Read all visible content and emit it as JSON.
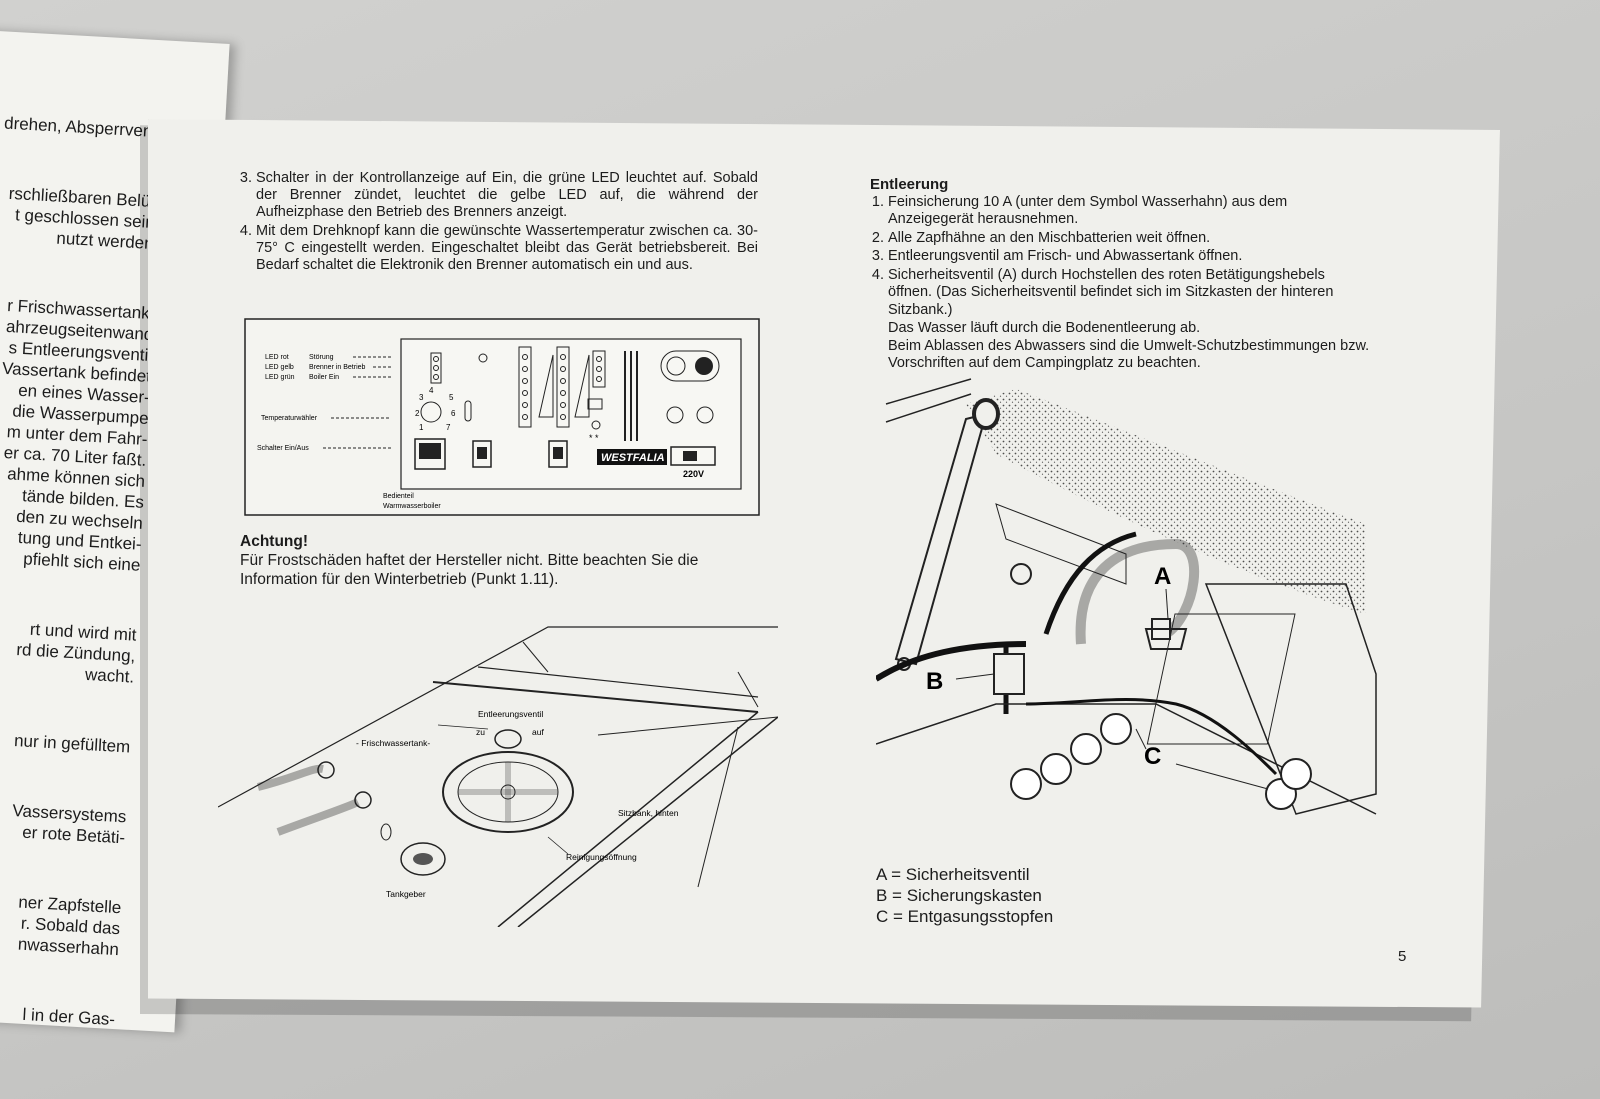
{
  "left_page": {
    "fragments": [
      "drehen, Absperrventil",
      "rschließbaren Belüf-\nt geschlossen sein.\nnutzt werden.",
      "r Frischwassertank.\nahrzeugseitenwand\ns Entleerungsventil\nVassertank befindet\nen eines Wasser-\ndie Wasserpumpe\nm unter dem Fahr-\ner ca. 70 Liter faßt.\nahme können sich\ntände bilden. Es\nden zu wechseln\ntung und Entkei-\npfiehlt sich eine",
      "rt und wird mit\nrd die Zündung,\nwacht.",
      "nur in gefülltem",
      "Vassersystems\ner rote Betäti-",
      "ner Zapfstelle\nr. Sobald das\nnwasserhahn",
      "l in der Gas-"
    ]
  },
  "instructions": {
    "items": [
      {
        "num": "3.",
        "text": "Schalter in der Kontrollanzeige auf Ein, die grüne LED leuchtet auf. Sobald der Brenner zündet, leuchtet die gelbe LED auf, die während der Aufheizphase den Betrieb des Brenners anzeigt."
      },
      {
        "num": "4.",
        "text": "Mit dem Drehknopf kann die gewünschte Wassertemperatur zwischen ca. 30-75° C eingestellt werden. Eingeschaltet bleibt das Gerät betriebsbereit. Bei Bedarf schaltet die Elektronik den Brenner automatisch ein und aus."
      }
    ]
  },
  "panel_figure": {
    "labels": {
      "led_rot": "LED rot",
      "stoerung": "Störung",
      "led_gelb": "LED gelb",
      "brenner": "Brenner in Betrieb",
      "led_gruen": "LED grün",
      "boiler": "Boiler Ein",
      "temp": "Temperaturwähler",
      "schalter": "Schalter Ein/Aus",
      "bedienteil": "Bedienteil",
      "warmwasser": "Warmwasserboiler",
      "brand": "WESTFALIA",
      "volt": "220V",
      "dial": [
        "1",
        "2",
        "3",
        "4",
        "5",
        "6",
        "7"
      ]
    }
  },
  "warning": {
    "title": "Achtung!",
    "text": "Für Frostschäden haftet der Hersteller nicht. Bitte beachten Sie die Information für den Winterbetrieb (Punkt 1.11)."
  },
  "tank_figure": {
    "labels": {
      "ventil": "Entleerungsventil",
      "zu": "zu",
      "auf": "auf",
      "tank": "- Frischwassertank-",
      "sitzbank": "Sitzbank, hinten",
      "reinigung": "Reinigungsöffnung",
      "tankgeber": "Tankgeber"
    }
  },
  "emptying": {
    "title": "Entleerung",
    "items": [
      {
        "num": "1.",
        "text": "Feinsicherung 10 A (unter dem Symbol Wasserhahn) aus dem Anzeigegerät herausnehmen."
      },
      {
        "num": "2.",
        "text": "Alle Zapfhähne an den Mischbatterien weit öffnen."
      },
      {
        "num": "3.",
        "text": "Entleerungsventil am Frisch- und Abwassertank öffnen."
      },
      {
        "num": "4.",
        "text": "Sicherheitsventil (A) durch Hochstellen des roten Betätigungshebels öffnen. (Das Sicherheitsventil befindet sich im Sitzkasten der hinteren Sitzbank.)"
      }
    ],
    "after": [
      "Das Wasser läuft durch die Bodenentleerung ab.",
      "Beim Ablassen des Abwassers sind die Umwelt-Schutzbestimmungen bzw. Vorschriften auf dem Campingplatz zu beachten."
    ]
  },
  "valve_figure": {
    "labels": {
      "a": "A",
      "b": "B",
      "c": "C"
    }
  },
  "legend": [
    "A = Sicherheitsventil",
    "B = Sicherungskasten",
    "C = Entgasungsstopfen"
  ],
  "page_number": "5"
}
